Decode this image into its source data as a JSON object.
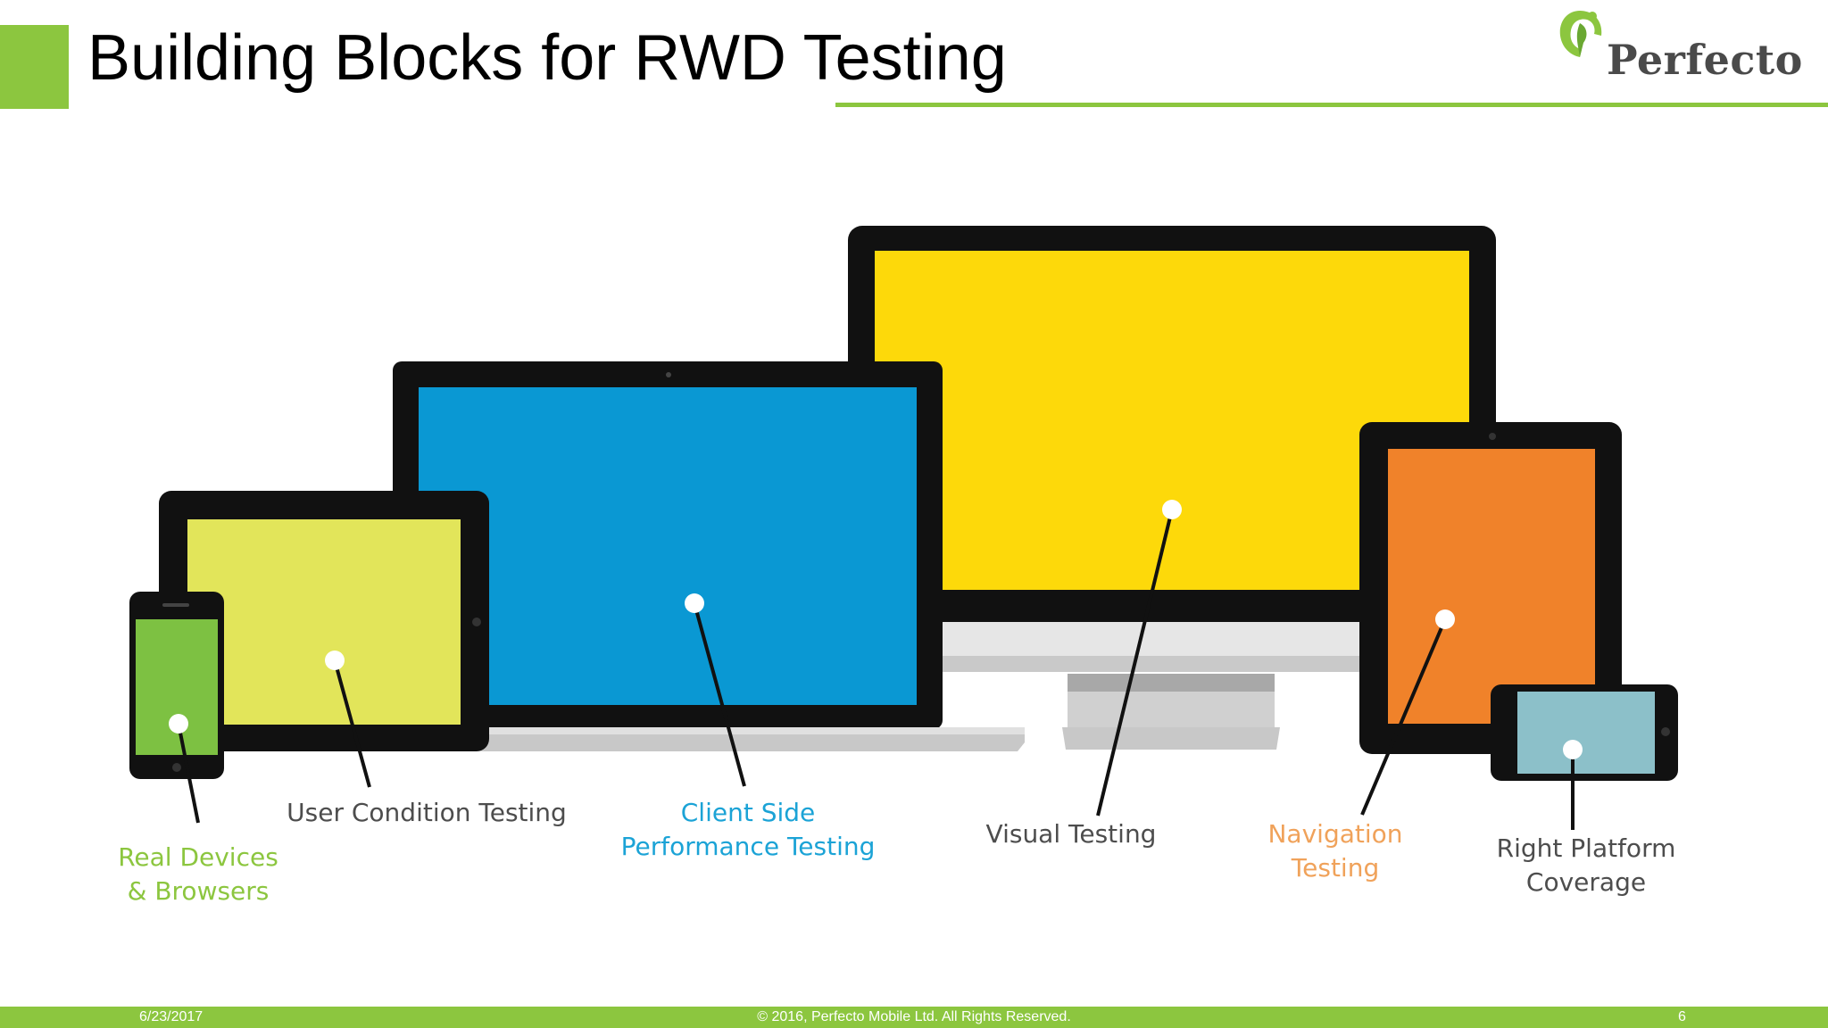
{
  "slide": {
    "title": "Building Blocks for RWD Testing",
    "accent_color": "#8cc63f"
  },
  "logo": {
    "text": "Perfecto",
    "mark_icon": "perfecto-leaf-mark"
  },
  "devices": {
    "monitor_screen_color": "#fdd90a",
    "laptop_screen_color": "#0a98d3",
    "tablet_screen_color": "#e2e55a",
    "phone_screen_color": "#7dc142",
    "ipad_screen_color": "#f0822a",
    "landscape_phone_screen_color": "#8cc0c9"
  },
  "labels": {
    "real_devices_line1": "Real Devices",
    "real_devices_line2": "& Browsers",
    "real_devices_color": "#8cc63f",
    "user_condition": "User Condition Testing",
    "client_side_line1": "Client Side",
    "client_side_line2": "Performance Testing",
    "client_side_color": "#1ba3d6",
    "visual": "Visual Testing",
    "navigation_line1": "Navigation",
    "navigation_line2": "Testing",
    "navigation_color": "#f0a25a",
    "right_platform_line1": "Right Platform",
    "right_platform_line2": "Coverage"
  },
  "footer": {
    "date": "6/23/2017",
    "copyright": "© 2016, Perfecto Mobile Ltd.  All Rights Reserved.",
    "page_number": "6"
  }
}
